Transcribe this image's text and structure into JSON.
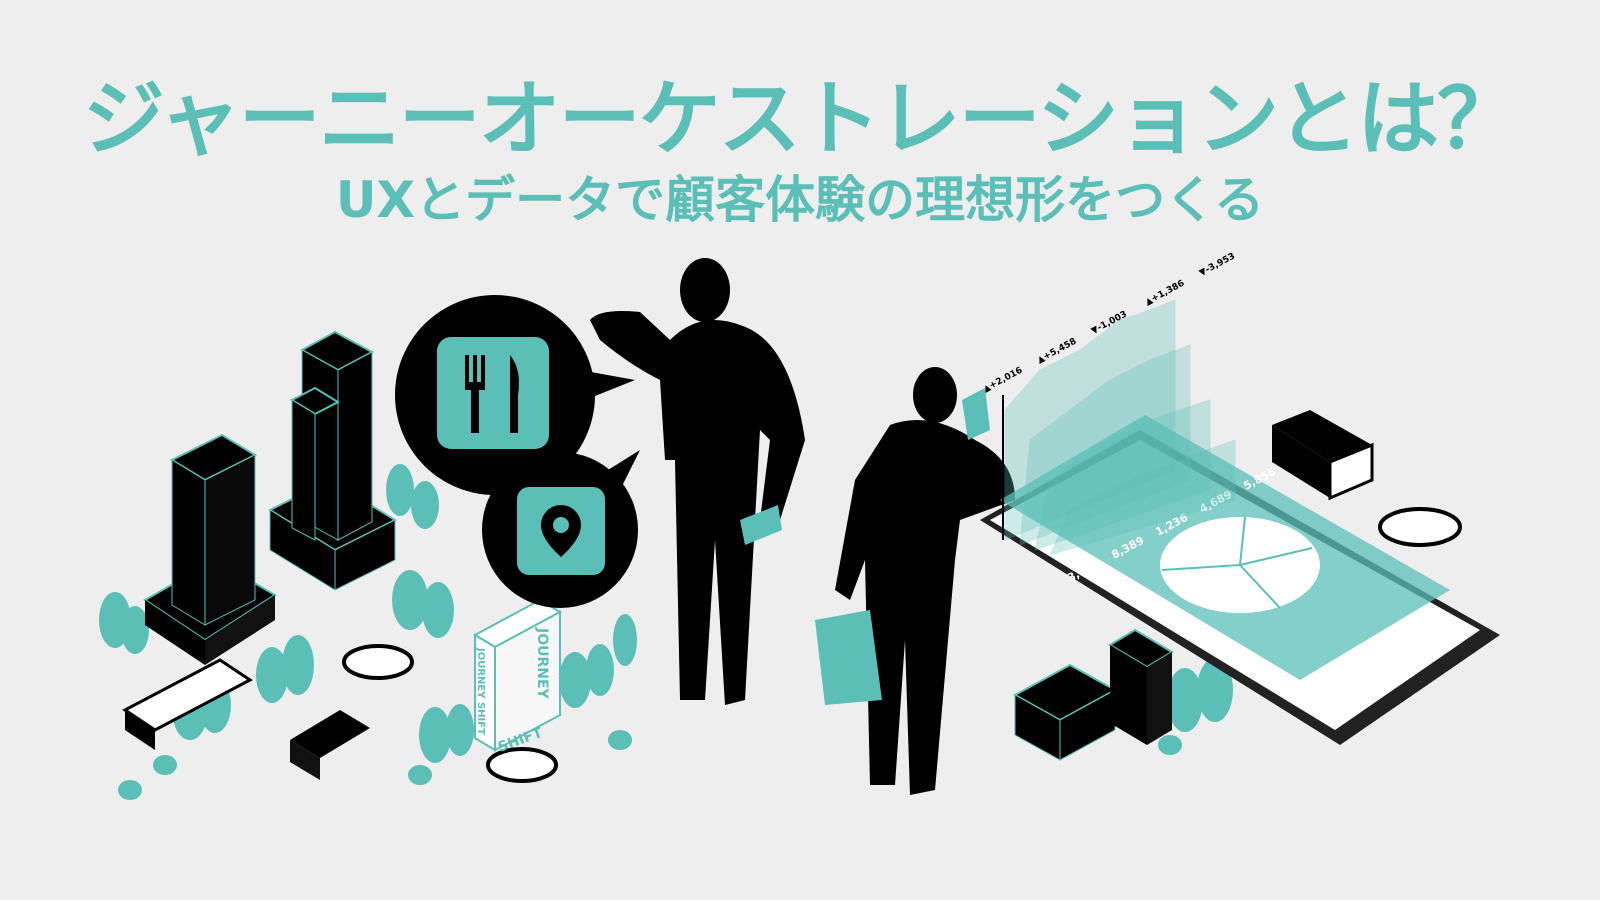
{
  "headline": {
    "title": "ジャーニーオーケストレーションとは？",
    "subtitle": "UXとデータで顧客体験の理想形をつくる"
  },
  "colors": {
    "accent": "#5bbfb7",
    "background": "#eeeeee",
    "silhouette": "#000000"
  },
  "book": {
    "title_1": "JOURNEY",
    "title_2": "JOURNEY SHIFT",
    "title_3": "SHIFT"
  },
  "chart_labels": [
    "▲+2,016",
    "▲+5,458",
    "▼-1,003",
    "▲+1,386",
    "▼-3,953"
  ],
  "phone_values": [
    "3,597",
    "8,389",
    "1,236",
    "4,689",
    "5,856"
  ],
  "icons": [
    "fork-knife-icon",
    "map-pin-icon"
  ]
}
